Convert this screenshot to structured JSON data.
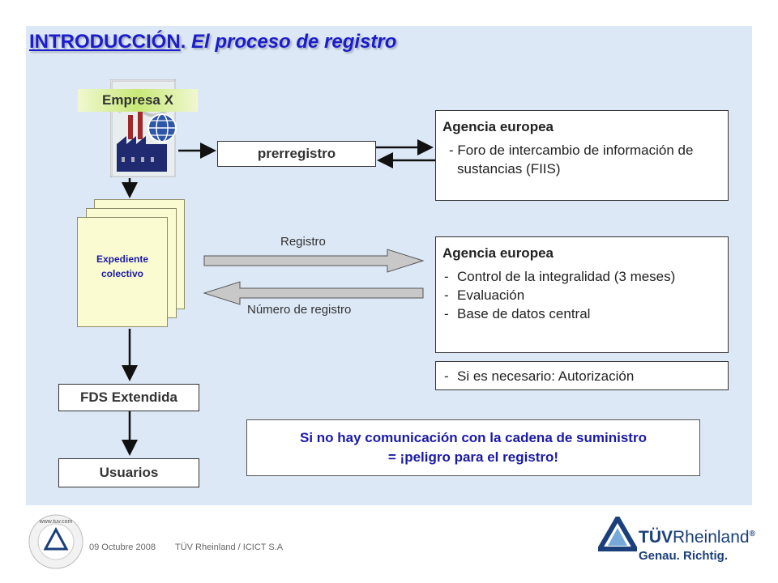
{
  "title": {
    "part1": "INTRODUCCIÓN",
    "sep": ".",
    "part2": " El proceso de registro"
  },
  "company": {
    "label": "Empresa X"
  },
  "prereg": {
    "label": "prerregistro"
  },
  "agency1": {
    "heading": "Agencia europea",
    "items": [
      "- Foro de intercambio de información de sustancias (FIIS)"
    ]
  },
  "dossier": {
    "line1": "Expediente",
    "line2": "colectivo"
  },
  "registro_label": "Registro",
  "numero_label": "Número de registro",
  "agency2": {
    "heading": "Agencia europea",
    "items": [
      "Control de la integralidad (3 meses)",
      "Evaluación",
      "Base de datos central"
    ]
  },
  "authorization": "Si es necesario: Autorización",
  "fds": {
    "label": "FDS Extendida"
  },
  "usuarios": {
    "label": "Usuarios"
  },
  "warning": {
    "line1": "Si no  hay comunicación con la cadena de suministro",
    "line2": "= ¡peligro para el registro!"
  },
  "footer": {
    "date": "09 Octubre 2008",
    "org": "TÜV Rheinland / ICICT S.A"
  },
  "seal": {
    "text": "www.tuv.com"
  },
  "brand": {
    "name_bold": "TÜV",
    "name_light": "Rheinland",
    "reg": "®",
    "slogan": "Genau. Richtig."
  },
  "colors": {
    "panel": "#dce8f6",
    "title": "#1c1ccc",
    "company_band": "#c8e878",
    "arrow_fill": "#c8c8c8",
    "brand": "#1a3f7a"
  }
}
